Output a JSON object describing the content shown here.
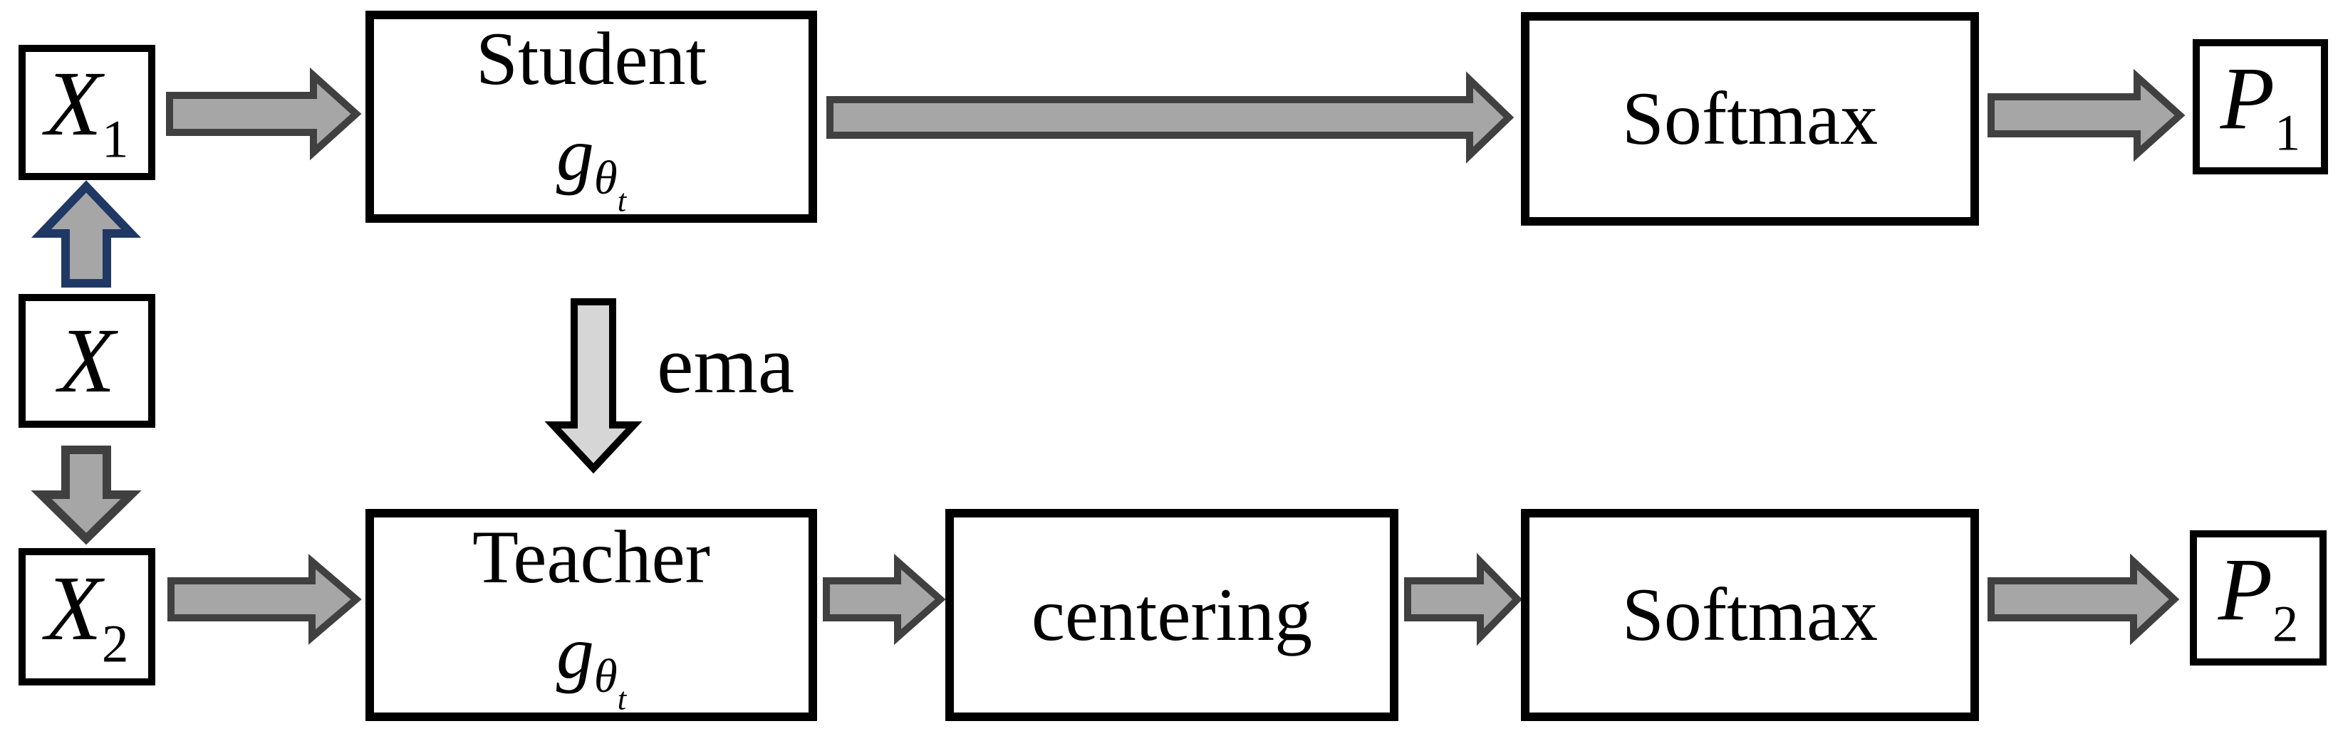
{
  "figure": {
    "description": "self-distillation flow diagram"
  },
  "boxes": {
    "x1": {
      "base": "X",
      "sub": "1"
    },
    "x": {
      "base": "X"
    },
    "x2": {
      "base": "X",
      "sub": "2"
    },
    "student": {
      "title": "Student",
      "fn_base": "g",
      "fn_sub": "θ",
      "fn_subsub": "t"
    },
    "teacher": {
      "title": "Teacher",
      "fn_base": "g",
      "fn_sub": "θ",
      "fn_subsub": "t"
    },
    "centering": {
      "title": "centering"
    },
    "softmax_top": {
      "title": "Softmax"
    },
    "softmax_bottom": {
      "title": "Softmax"
    },
    "p1": {
      "base": "P",
      "sub": "1"
    },
    "p2": {
      "base": "P",
      "sub": "2"
    }
  },
  "labels": {
    "ema": "ema"
  },
  "colors": {
    "canvas_bg": "#ffffff",
    "box_fill": "#ffffff",
    "box_border": "#000000",
    "arrow_fill": "#a6a6a6",
    "arrow_stroke": "#404040",
    "up_arrow_stroke": "#1f3864",
    "ema_arrow_fill": "#d6d6d6",
    "ema_arrow_stroke": "#000000",
    "text_color": "#000000"
  }
}
